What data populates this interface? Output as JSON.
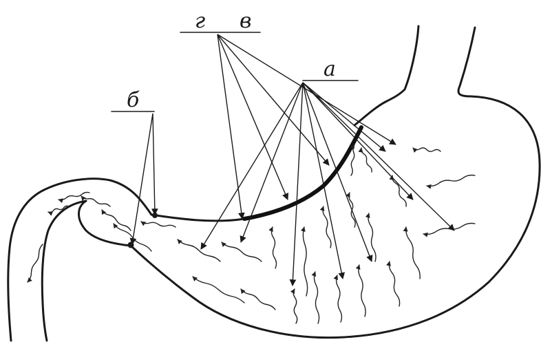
{
  "labels": {
    "g": "г",
    "v": "в",
    "a": "а",
    "b": "б"
  },
  "colors": {
    "ink": "#1a1a1a",
    "paper": "#ffffff"
  }
}
